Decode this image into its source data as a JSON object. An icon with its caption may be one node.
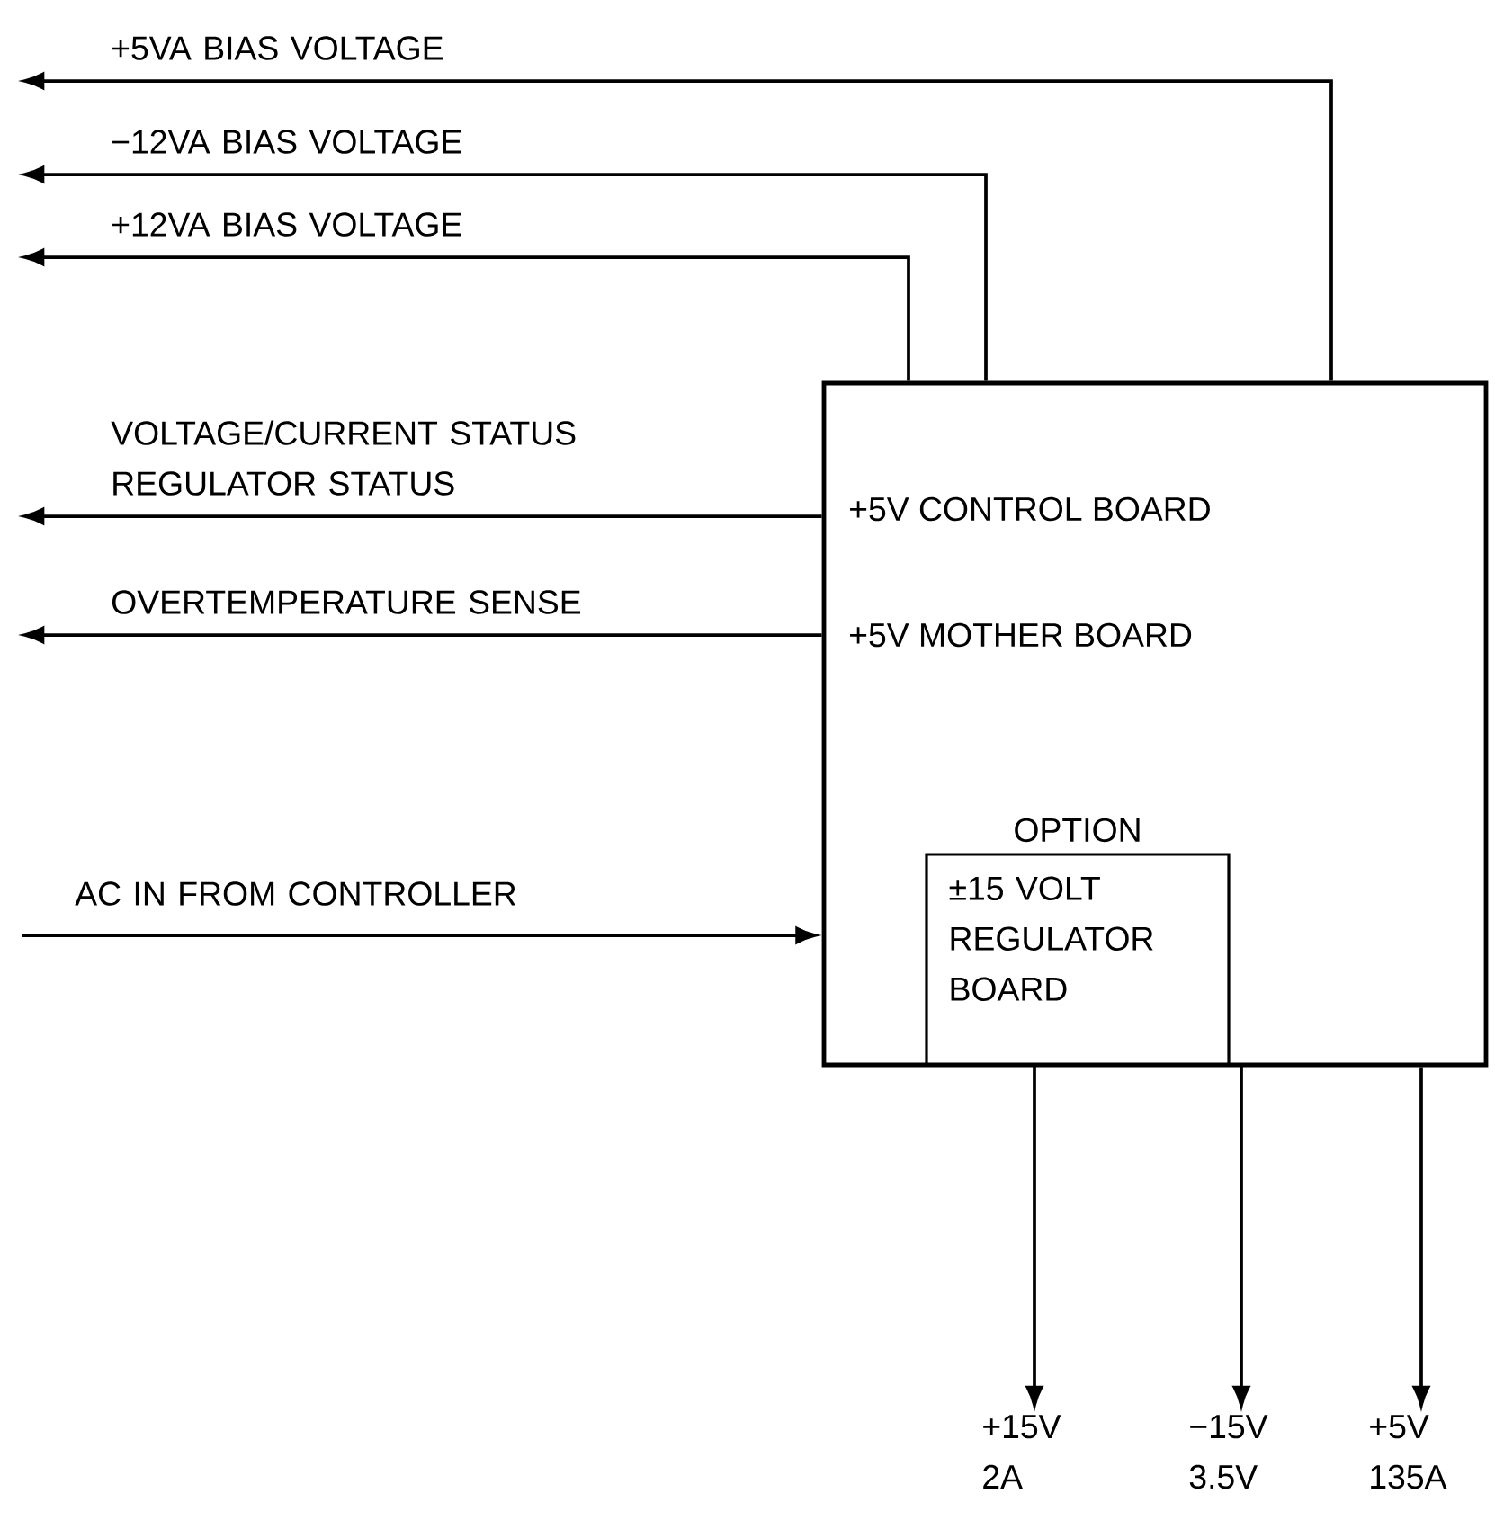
{
  "diagram": {
    "nodes": [
      {
        "text": [
          "+5V CONTROL BOARD",
          "+5V MOTHER BOARD"
        ]
      },
      {
        "text": [
          "OPTION",
          "±15 VOLT REGULATOR BOARD"
        ],
        "in": 0
      },
      {
        "text": [
          "+15V 2A"
        ]
      },
      {
        "text": [
          "−15V 3.5V"
        ]
      },
      {
        "text": [
          "+5V 135A"
        ]
      }
    ],
    "edges": [
      {
        "from": 0,
        "to": null,
        "arrow": "to",
        "label": "+5VA BIAS VOLTAGE"
      },
      {
        "from": 0,
        "to": null,
        "arrow": "to",
        "label": "−12VA BIAS VOLTAGE"
      },
      {
        "from": 0,
        "to": null,
        "arrow": "to",
        "label": "+12VA BIAS VOLTAGE"
      },
      {
        "from": 0,
        "to": null,
        "arrow": "to",
        "label": "VOLTAGE/CURRENT STATUS REGULATOR STATUS"
      },
      {
        "from": 0,
        "to": null,
        "arrow": "to",
        "label": "OVERTEMPERATURE SENSE"
      },
      {
        "from": null,
        "to": 0,
        "arrow": "to",
        "label": "AC IN FROM CONTROLLER"
      },
      {
        "from": 1,
        "to": 2,
        "arrow": "to"
      },
      {
        "from": 1,
        "to": 3,
        "arrow": "to"
      },
      {
        "from": 0,
        "to": 4,
        "arrow": "to"
      }
    ]
  }
}
